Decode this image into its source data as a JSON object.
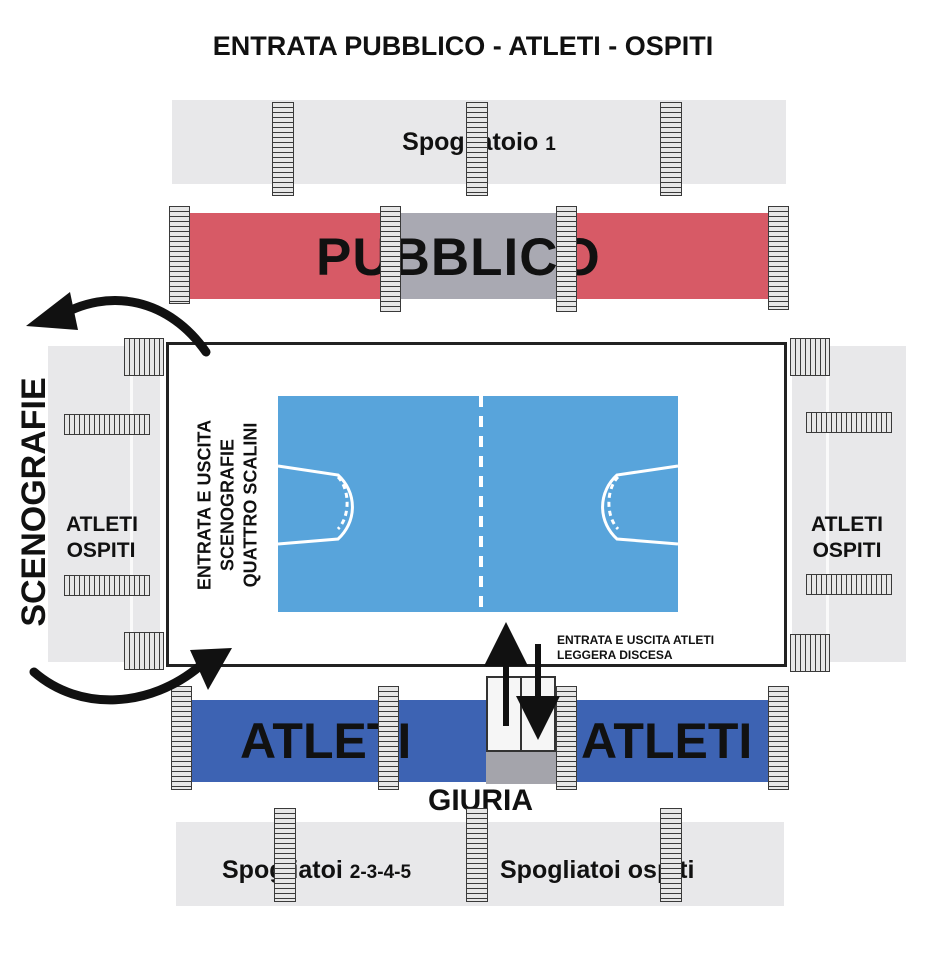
{
  "header": {
    "title": "ENTRATA PUBBLICO - ATLETI - OSPITI"
  },
  "top_room": {
    "label": "Spogliatoio",
    "number": "1"
  },
  "public_stand": {
    "label": "PUBBLICO"
  },
  "side_label": {
    "scenografie": "SCENOGRAFIE"
  },
  "left_area": {
    "line1": "ATLETI",
    "line2": "OSPITI"
  },
  "right_area": {
    "line1": "ATLETI",
    "line2": "OSPITI"
  },
  "vertical_note": {
    "line1": "ENTRATA E USCITA",
    "line2": "SCENOGRAFIE",
    "line3": "QUATTRO SCALINI"
  },
  "athletes_entry": {
    "line1": "ENTRATA E USCITA ATLETI",
    "line2": "LEGGERA DISCESA"
  },
  "athletes_stand": {
    "left": "ATLETI",
    "right": "ATLETI"
  },
  "jury": {
    "label": "GIURIA"
  },
  "bottom_rooms": {
    "left_label": "Spogliatoi",
    "left_numbers": "2-3-4-5",
    "right_label": "Spogliatoi ospiti"
  },
  "colors": {
    "public_red": "#d75a66",
    "athletes_blue": "#3d63b3",
    "court_blue": "#58a4db",
    "gray_area": "#e8e8ea",
    "jury_gray": "#a4a4ab"
  }
}
